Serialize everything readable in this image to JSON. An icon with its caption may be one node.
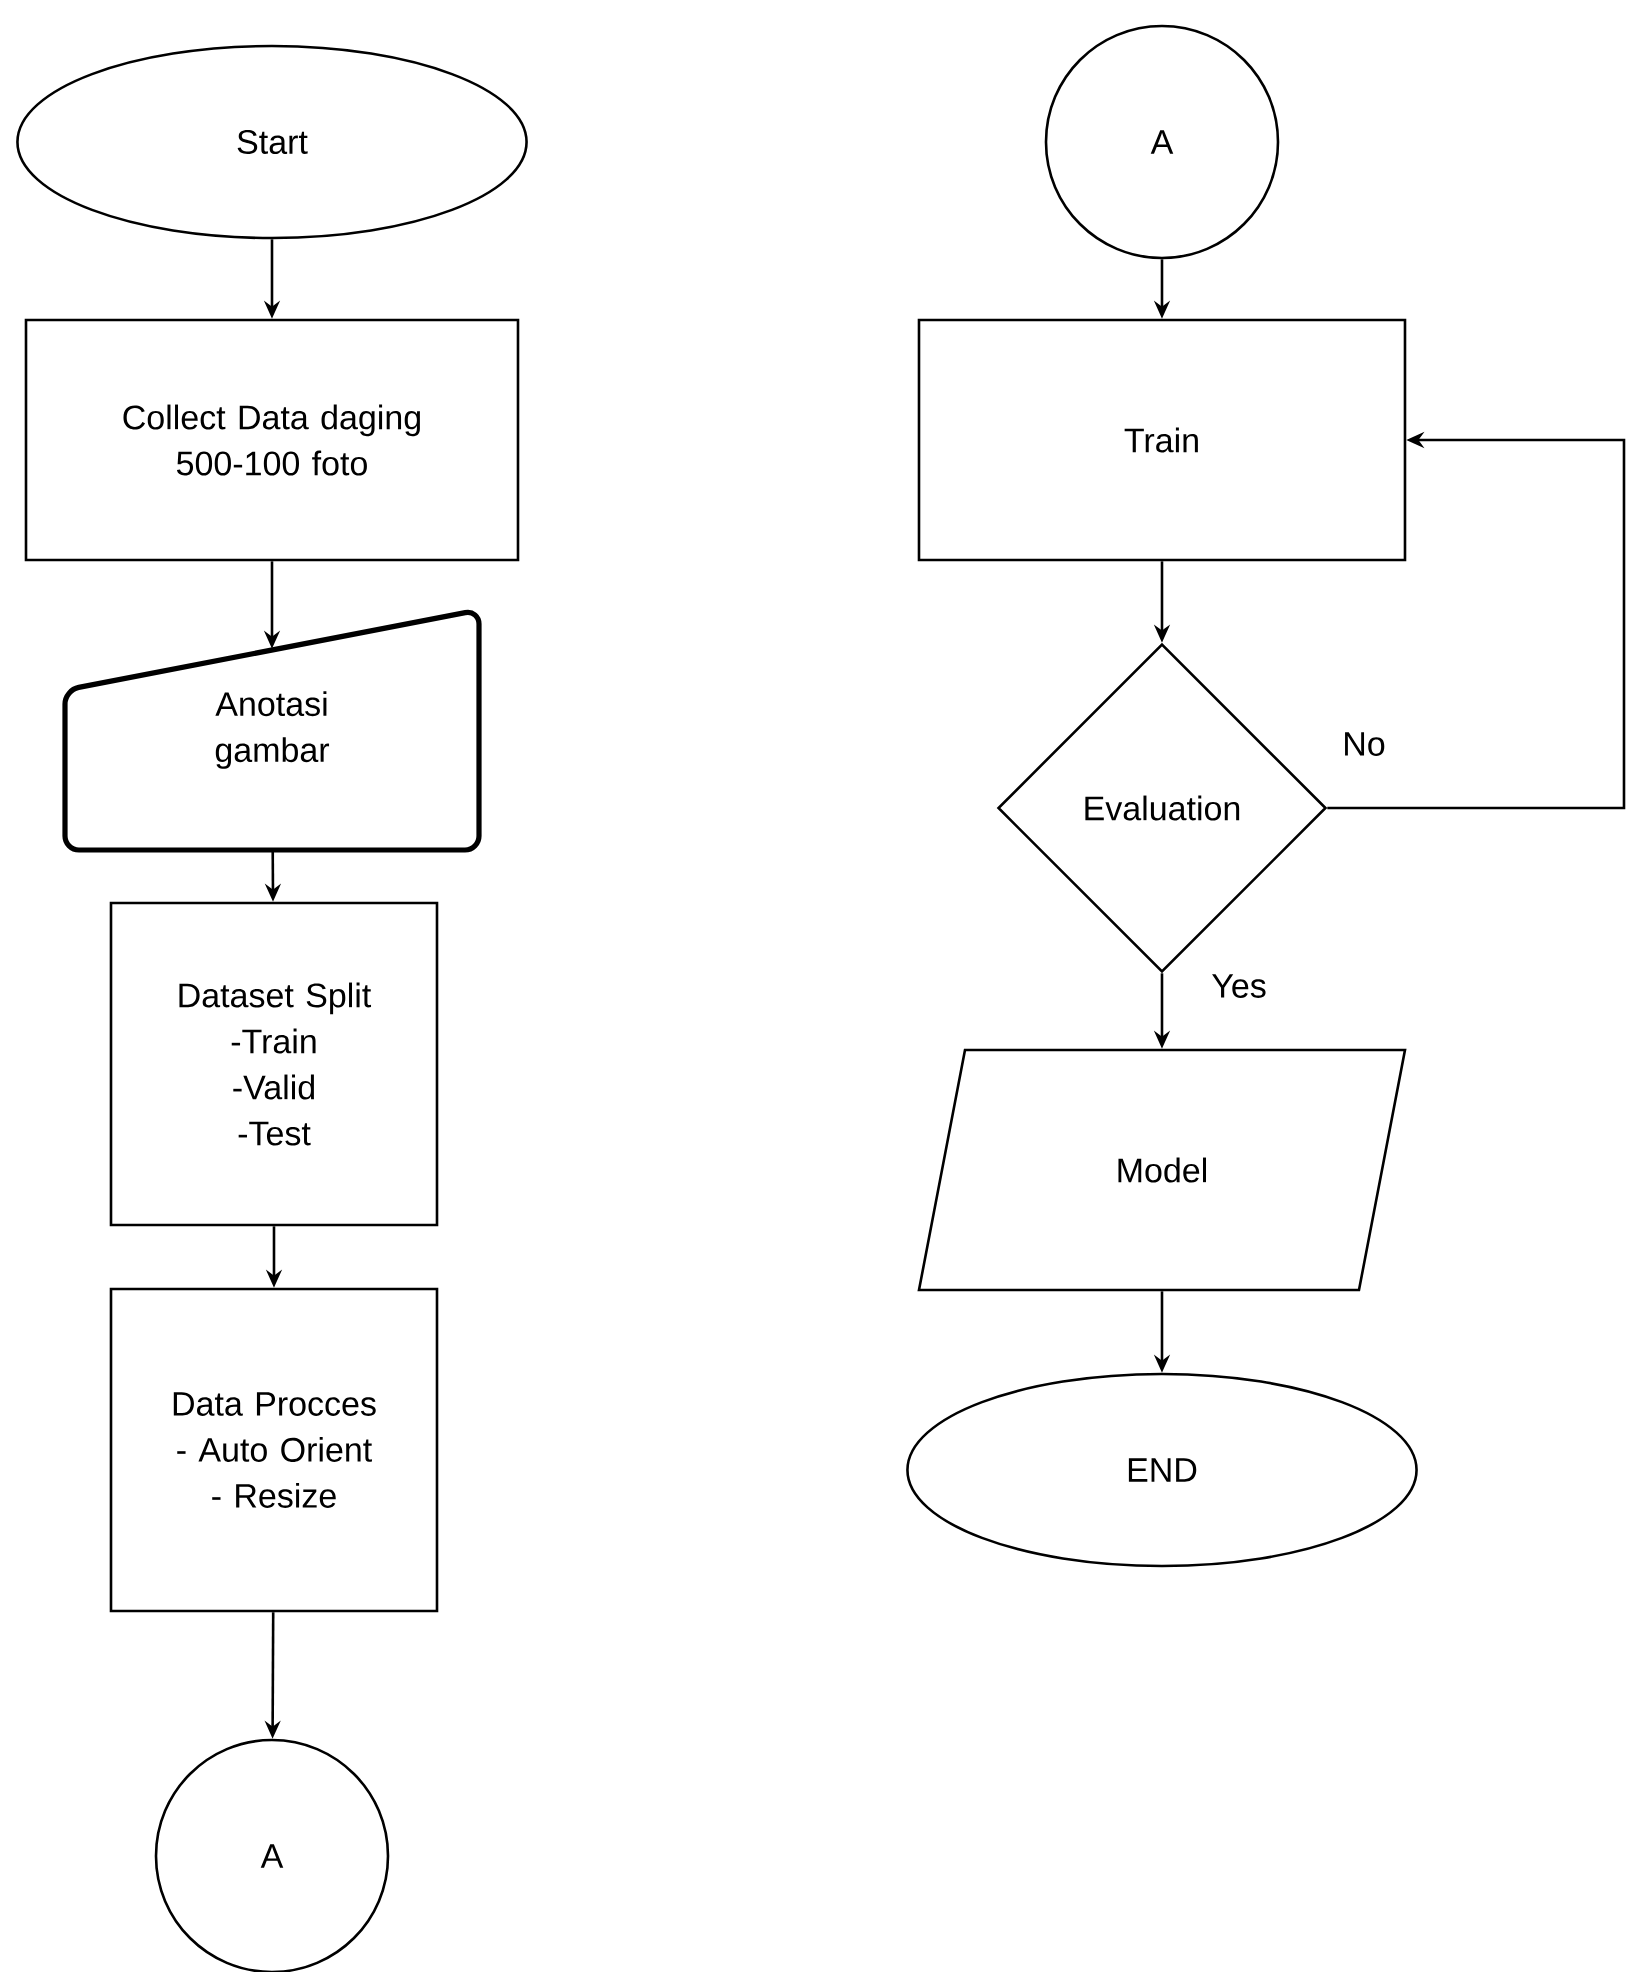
{
  "diagram": {
    "nodes": [
      {
        "text": [
          "Start"
        ]
      },
      {
        "text": [
          "Collect Data daging 500-100 foto"
        ]
      },
      {
        "text": [
          "Anotasi gambar"
        ]
      },
      {
        "text": [
          "Dataset Split",
          "-Train",
          "-Valid",
          "-Test"
        ]
      },
      {
        "text": [
          "Data Procces",
          "- Auto Orient",
          "- Resize"
        ]
      },
      {
        "text": [
          "A"
        ]
      },
      {
        "text": [
          "A"
        ]
      },
      {
        "text": [
          "Train"
        ]
      },
      {
        "text": [
          "Evaluation"
        ]
      },
      {
        "text": [
          "Model"
        ]
      },
      {
        "text": [
          "END"
        ]
      }
    ],
    "edges": [
      {
        "from": 0,
        "to": 1,
        "arrow": "to"
      },
      {
        "from": 1,
        "to": 2,
        "arrow": "to"
      },
      {
        "from": 2,
        "to": 3,
        "arrow": "to"
      },
      {
        "from": 3,
        "to": 4,
        "arrow": "to"
      },
      {
        "from": 4,
        "to": 5,
        "arrow": "to"
      },
      {
        "from": 6,
        "to": 7,
        "arrow": "to"
      },
      {
        "from": 7,
        "to": 8,
        "arrow": "to"
      },
      {
        "from": 8,
        "to": 9,
        "arrow": "to",
        "label": "Yes"
      },
      {
        "from": 9,
        "to": 10,
        "arrow": "to"
      },
      {
        "from": 8,
        "to": 7,
        "arrow": "to",
        "label": "No"
      }
    ]
  }
}
